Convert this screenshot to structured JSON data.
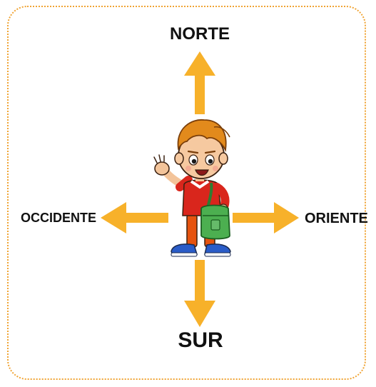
{
  "directions": {
    "north": "NORTE",
    "south": "SUR",
    "west": "OCCIDENTE",
    "east": "ORIENTE"
  },
  "colors": {
    "arrow": "#f7b12a",
    "frame": "#f0a434",
    "label": "#111111"
  },
  "illustration": "boy-with-green-bag-waving"
}
